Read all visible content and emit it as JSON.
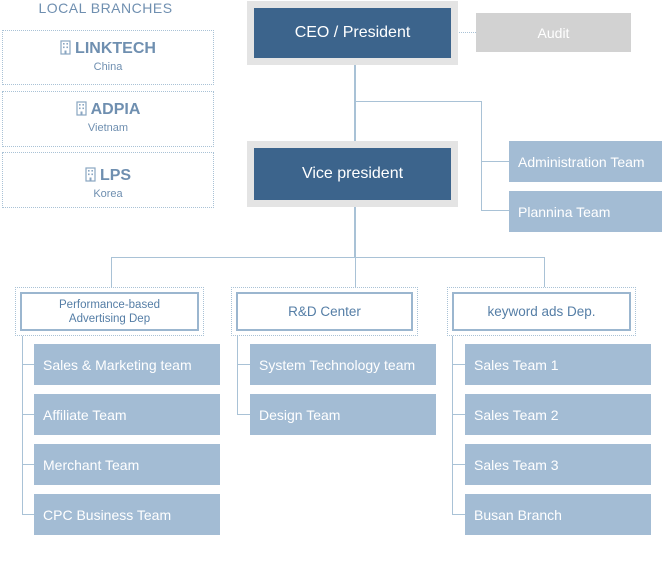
{
  "local_branches": {
    "title": "LOCAL BRANCHES",
    "items": [
      {
        "name": "LINKTECH",
        "place": "China",
        "icon": "building-icon"
      },
      {
        "name": "ADPIA",
        "place": "Vietnam",
        "icon": "building-icon"
      },
      {
        "name": "LPS",
        "place": "Korea",
        "icon": "building-icon"
      }
    ]
  },
  "executives": {
    "ceo": "CEO / President",
    "audit": "Audit",
    "vice_president": "Vice president"
  },
  "staff_teams": [
    "Administration Team",
    "Plannina Team"
  ],
  "departments": [
    {
      "name": "Performance-based Advertising Dep",
      "teams": [
        "Sales & Marketing team",
        "Affiliate Team",
        "Merchant Team",
        "CPC Business Team"
      ]
    },
    {
      "name": "R&D Center",
      "teams": [
        "System Technology team",
        "Design Team"
      ]
    },
    {
      "name": "keyword ads Dep.",
      "teams": [
        "Sales Team 1",
        "Sales Team 2",
        "Sales Team 3",
        "Busan Branch"
      ]
    }
  ],
  "colors": {
    "executive_fill": "#3c648c",
    "team_fill": "#a3bcd4",
    "audit_fill": "#d2d2d2",
    "line": "#a9c2d6",
    "branch_text": "#6f8fb0"
  }
}
